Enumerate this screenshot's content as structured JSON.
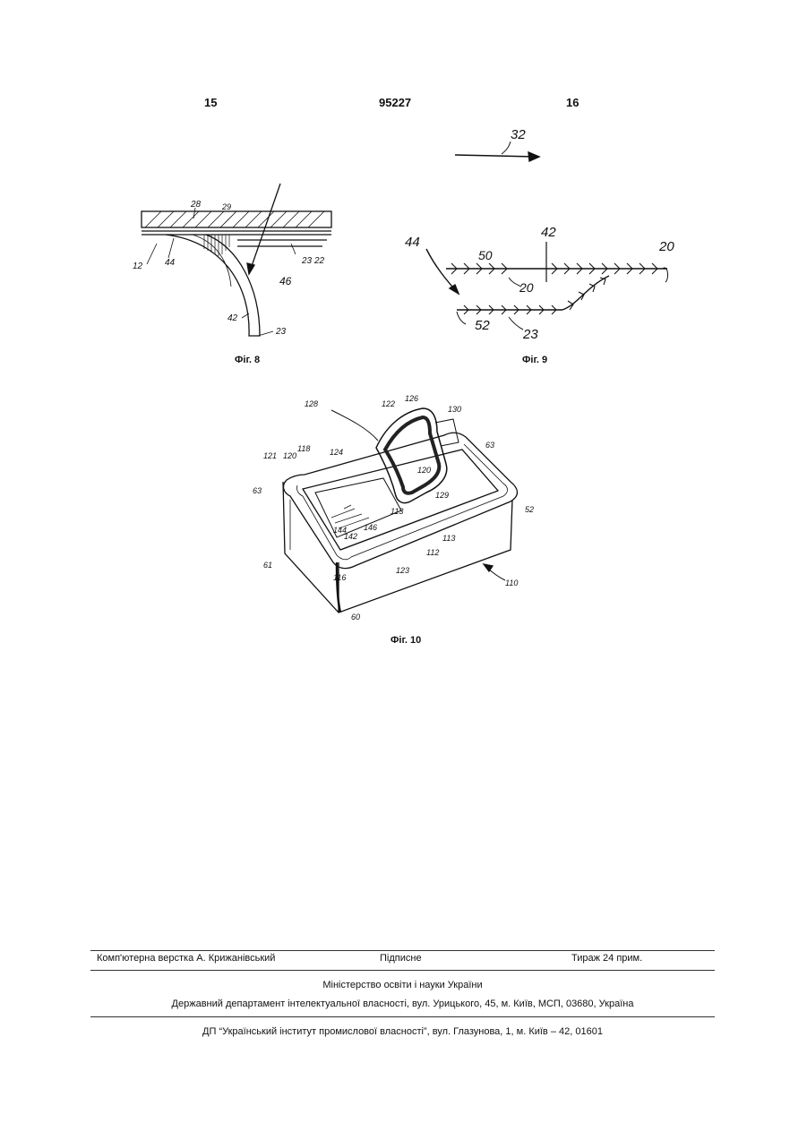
{
  "header": {
    "page_left": "15",
    "patent_number": "95227",
    "page_right": "16"
  },
  "figures": {
    "fig8": {
      "caption": "Фіг. 8",
      "labels": {
        "l28": "28",
        "l29": "29",
        "l12": "12",
        "l44": "44",
        "l23a": "23",
        "l22": "22",
        "l46": "46",
        "l42": "42",
        "l23b": "23"
      }
    },
    "fig9": {
      "caption": "Фіг. 9",
      "labels": {
        "l32": "32",
        "l44": "44",
        "l50": "50",
        "l42": "42",
        "l20a": "20",
        "l20b": "20",
        "l52": "52",
        "l23": "23"
      }
    },
    "fig10": {
      "caption": "Фіг. 10",
      "labels": {
        "l128": "128",
        "l122": "122",
        "l126": "126",
        "l130": "130",
        "l63a": "63",
        "l121": "121",
        "l120a": "120",
        "l118": "118",
        "l124": "124",
        "l63b": "63",
        "l120b": "120",
        "l129": "129",
        "l113a": "113",
        "l52": "52",
        "l144": "144",
        "l142": "142",
        "l146": "146",
        "l113b": "113",
        "l112": "112",
        "l61": "61",
        "l123": "123",
        "l116": "116",
        "l110": "110",
        "l60": "60"
      }
    }
  },
  "footer": {
    "typesetter": "Комп'ютерна верстка А. Крижанівський",
    "signed": "Підписне",
    "circulation": "Тираж 24 прим.",
    "ministry": "Міністерство освіти і науки України",
    "department": "Державний департамент інтелектуальної власності, вул. Урицького, 45, м. Київ, МСП, 03680, Україна",
    "institute": "ДП “Український інститут промислової власності”, вул. Глазунова, 1, м. Київ – 42, 01601"
  }
}
